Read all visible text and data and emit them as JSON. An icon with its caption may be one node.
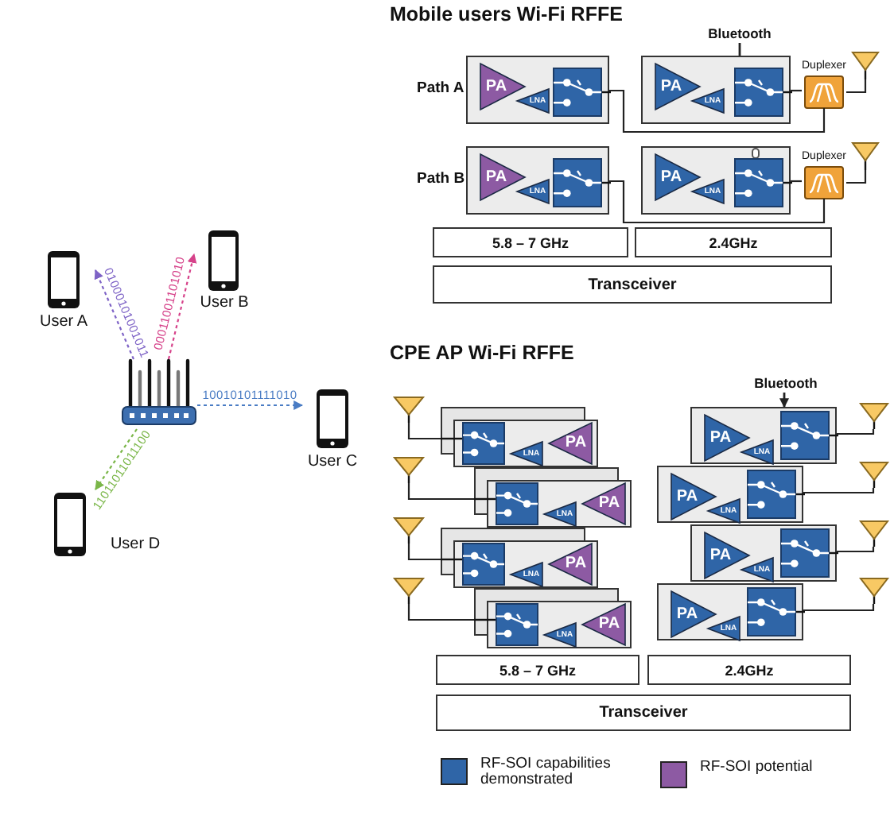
{
  "diagram": {
    "nodes": [
      {
        "text": [
          "User A"
        ]
      },
      {
        "text": [
          "User B"
        ]
      },
      {
        "text": [
          "User C"
        ]
      },
      {
        "text": [
          "User D"
        ]
      },
      {
        "text": [],
        "shape": "picture"
      },
      {
        "text": [
          "PA",
          "LNA"
        ]
      },
      {
        "text": [
          "PA",
          "LNA"
        ]
      },
      {
        "text": [
          "Bluetooth"
        ]
      },
      {
        "text": [
          "Duplexer"
        ]
      },
      {
        "text": [],
        "shape": "antenna"
      },
      {
        "text": [
          "PA",
          "LNA"
        ]
      },
      {
        "text": [
          "PA",
          "LNA"
        ]
      },
      {
        "text": [
          "Duplexer"
        ]
      },
      {
        "text": [],
        "shape": "antenna"
      },
      {
        "text": [
          "5.8 – 7 GHz"
        ]
      },
      {
        "text": [
          "2.4GHz"
        ]
      },
      {
        "text": [
          "Transceiver"
        ]
      },
      {
        "text": [
          "Bluetooth"
        ]
      },
      {
        "text": [],
        "shape": "antenna"
      },
      {
        "text": [],
        "shape": "antenna"
      },
      {
        "text": [],
        "shape": "antenna"
      },
      {
        "text": [],
        "shape": "antenna"
      },
      {
        "text": [
          "PA",
          "LNA"
        ]
      },
      {
        "text": [
          "PA",
          "LNA"
        ]
      },
      {
        "text": [
          "PA",
          "LNA"
        ]
      },
      {
        "text": [
          "PA",
          "LNA"
        ]
      },
      {
        "text": [
          "PA",
          "LNA"
        ]
      },
      {
        "text": [
          "PA",
          "LNA"
        ]
      },
      {
        "text": [
          "PA",
          "LNA"
        ]
      },
      {
        "text": [
          "PA",
          "LNA"
        ]
      },
      {
        "text": [],
        "shape": "antenna"
      },
      {
        "text": [],
        "shape": "antenna"
      },
      {
        "text": [],
        "shape": "antenna"
      },
      {
        "text": [],
        "shape": "antenna"
      },
      {
        "text": [
          "5.8 – 7 GHz"
        ]
      },
      {
        "text": [
          "2.4GHz"
        ]
      },
      {
        "text": [
          "Transceiver"
        ]
      }
    ],
    "edges": [
      {
        "from": 4,
        "to": 0,
        "arrow": "to",
        "label": "01000101001011",
        "style": "dashed",
        "color": "#7e63c6"
      },
      {
        "from": 4,
        "to": 1,
        "arrow": "to",
        "label": "00011001101010",
        "style": "dashed",
        "color": "#d6428a"
      },
      {
        "from": 4,
        "to": 2,
        "arrow": "to",
        "label": "10010101111010",
        "style": "dashed",
        "color": "#4a7cc4"
      },
      {
        "from": 4,
        "to": 3,
        "arrow": "to",
        "label": "11011011011100",
        "style": "dashed",
        "color": "#7ab648"
      },
      {
        "from": 5,
        "to": 8,
        "arrow": "none"
      },
      {
        "from": 6,
        "to": 8,
        "arrow": "none"
      },
      {
        "from": 8,
        "to": 9,
        "arrow": "none"
      },
      {
        "from": 7,
        "to": 6,
        "arrow": "none"
      },
      {
        "from": 10,
        "to": 12,
        "arrow": "none"
      },
      {
        "from": 11,
        "to": 12,
        "arrow": "none"
      },
      {
        "from": 12,
        "to": 13,
        "arrow": "none"
      },
      {
        "from": 17,
        "to": 26,
        "arrow": "to"
      },
      {
        "from": 18,
        "to": 22,
        "arrow": "none"
      },
      {
        "from": 19,
        "to": 23,
        "arrow": "none"
      },
      {
        "from": 20,
        "to": 24,
        "arrow": "none"
      },
      {
        "from": 21,
        "to": 25,
        "arrow": "none"
      },
      {
        "from": 26,
        "to": 30,
        "arrow": "none"
      },
      {
        "from": 27,
        "to": 31,
        "arrow": "none"
      },
      {
        "from": 28,
        "to": 32,
        "arrow": "none"
      },
      {
        "from": 29,
        "to": 33,
        "arrow": "none"
      }
    ],
    "labels": [
      "Mobile users Wi-Fi RFFE",
      "Path A",
      "Path B",
      "CPE AP Wi-Fi RFFE"
    ],
    "legend": [
      {
        "text": "RF-SOI capabilities demonstrated",
        "color": "#2f65a7"
      },
      {
        "text": "RF-SOI potential",
        "color": "#8d5aa3"
      }
    ]
  }
}
